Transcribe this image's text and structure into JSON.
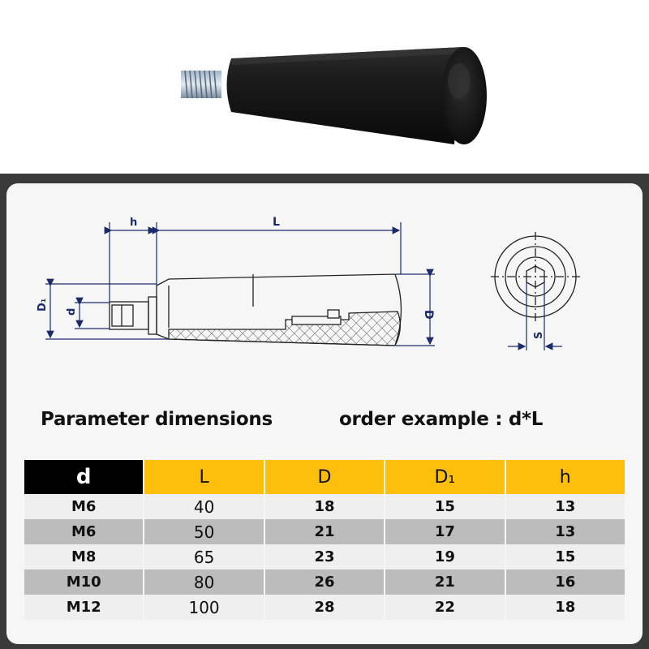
{
  "diagram_labels": {
    "h": "h",
    "L": "L",
    "D1": "D₁",
    "d": "d",
    "D": "D",
    "S": "S"
  },
  "headings": {
    "parameters": "Parameter dimensions",
    "order_example": "order example : d*L"
  },
  "table": {
    "columns": [
      "d",
      "L",
      "D",
      "D₁",
      "h"
    ],
    "rows": [
      [
        "M6",
        "40",
        "18",
        "15",
        "13"
      ],
      [
        "M6",
        "50",
        "21",
        "17",
        "13"
      ],
      [
        "M8",
        "65",
        "23",
        "19",
        "15"
      ],
      [
        "M10",
        "80",
        "26",
        "21",
        "16"
      ],
      [
        "M12",
        "100",
        "28",
        "22",
        "18"
      ]
    ]
  },
  "colors": {
    "header_dark": "#000000",
    "header_gold": "#fdbf0c",
    "row_light": "#efefef",
    "row_dark": "#bcbcbc",
    "frame": "#3a3a3a",
    "dimension_blue": "#1a2a6a"
  },
  "icons": [
    "knob-product-image",
    "knob-side-drawing",
    "knob-end-view-drawing"
  ]
}
